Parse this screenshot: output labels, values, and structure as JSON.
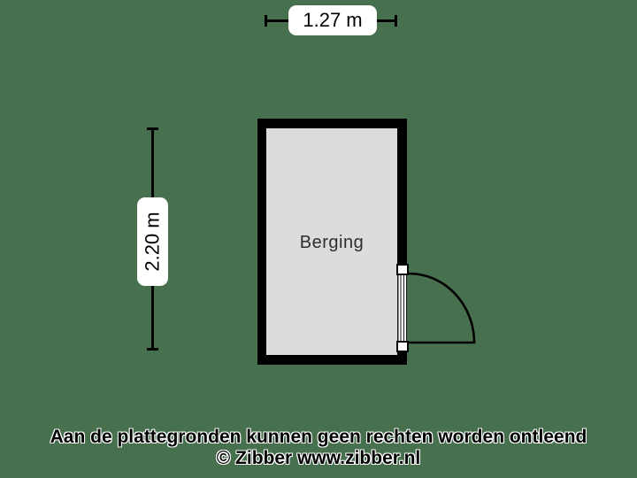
{
  "floorplan": {
    "room": {
      "label": "Berging",
      "width_label": "1.27 m",
      "height_label": "2.20 m"
    },
    "footer": {
      "disclaimer": "Aan de plattegronden kunnen geen rechten worden ontleend",
      "copyright": "© Zibber www.zibber.nl"
    },
    "colors": {
      "background": "#47704e",
      "wall": "#000000",
      "floor": "#dcdcdc",
      "label_bg": "#ffffff",
      "text": "#000000"
    }
  }
}
